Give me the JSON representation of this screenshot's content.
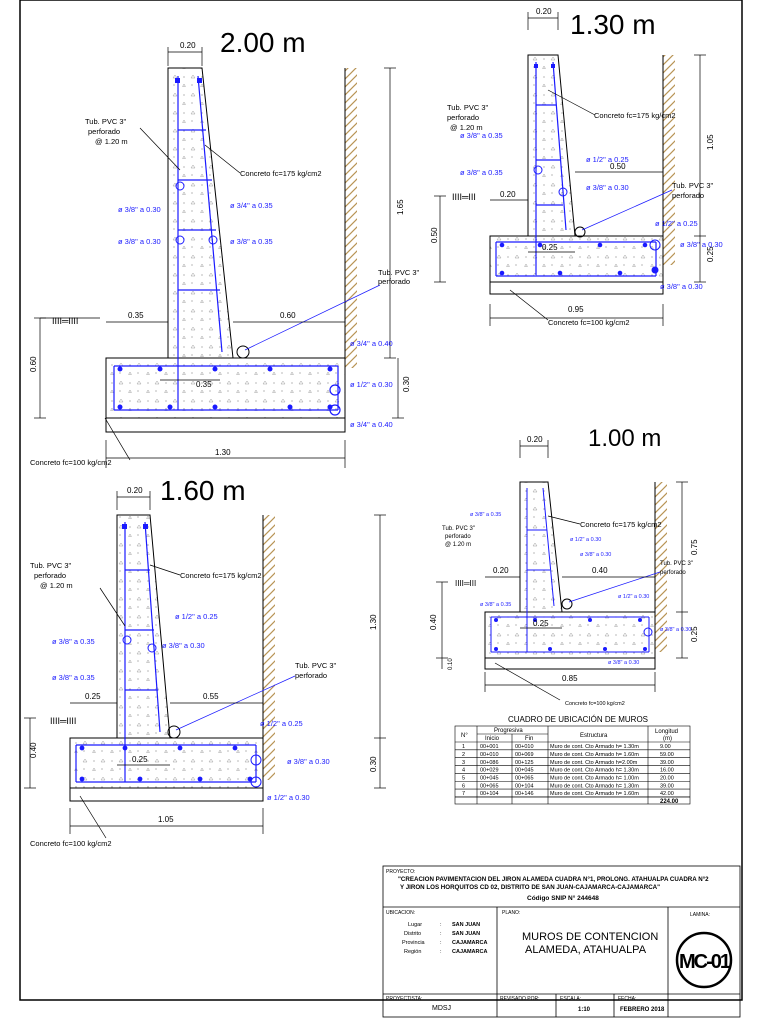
{
  "walls": {
    "w200": {
      "title": "2.00 m",
      "dims": {
        "top": "0.20",
        "toe": "0.35",
        "heel": "0.60",
        "base": "1.30",
        "stem_h": "1.65",
        "base_h": "0.60",
        "foot": "0.30"
      },
      "notes": {
        "tub_a": "Tub. PVC 3\"",
        "tub_a2": "perforado",
        "tub_a3": "@ 1.20 m",
        "conc": "Concreto fc=175 kg/cm2",
        "b1": "ø 3/8\" a 0.30",
        "b2": "ø 3/4\" a 0.35",
        "b3": "ø 3/8\" a 0.30",
        "b4": "ø 3/8\" a 0.35",
        "tub_b": "Tub. PVC 3\"",
        "tub_b2": "perforado",
        "r1": "ø 3/4\" a 0.40",
        "r2": "ø 1/2\" a 0.30",
        "r3": "ø 3/4\" a 0.40",
        "mid": "0.35",
        "lean": "Concreto fc=100 kg/cm2"
      }
    },
    "w130": {
      "title": "1.30 m",
      "dims": {
        "top": "0.20",
        "height": "1.05",
        "toe": "0.20",
        "heel": "0.50",
        "base": "0.95",
        "base_h": "0.50",
        "foot": "0.25",
        "mid": "0.25"
      },
      "notes": {
        "tub_a": "Tub. PVC 3\"",
        "tub_a2": "perforado",
        "tub_a3": "@ 1.20 m",
        "conc": "Concreto fc=175 kg/cm2",
        "b1": "ø 3/8\" a 0.35",
        "b2": "ø 1/2\" a 0.25",
        "b3": "ø 3/8\" a 0.35",
        "b4": "ø 3/8\" a 0.30",
        "tub_b": "Tub. PVC 3\"",
        "tub_b2": "perforado",
        "r1": "ø 1/2\" a 0.25",
        "r2": "ø 3/8\" a 0.30",
        "r3": "ø 3/8\" a 0.30",
        "lean": "Concreto fc=100 kg/cm2"
      }
    },
    "w160": {
      "title": "1.60 m",
      "dims": {
        "top": "0.20",
        "height": "1.30",
        "toe": "0.25",
        "heel": "0.55",
        "base": "1.05",
        "base_h": "0.40",
        "foot": "0.30",
        "mid": "0.25"
      },
      "notes": {
        "tub_a": "Tub. PVC 3\"",
        "tub_a2": "perforado",
        "tub_a3": "@ 1.20 m",
        "conc": "Concreto fc=175 kg/cm2",
        "b1": "ø 1/2\" a 0.25",
        "b2": "ø 3/8\" a 0.35",
        "b3": "ø 3/8\" a 0.30",
        "b4": "ø 3/8\" a 0.35",
        "tub_b": "Tub. PVC 3\"",
        "tub_b2": "perforado",
        "r1": "ø 1/2\" a 0.25",
        "r2": "ø 3/8\" a 0.30",
        "r3": "ø 1/2\" a 0.30",
        "lean": "Concreto fc=100 kg/cm2"
      }
    },
    "w100": {
      "title": "1.00 m",
      "dims": {
        "top": "0.20",
        "height": "0.75",
        "toe": "0.20",
        "heel": "0.40",
        "base": "0.85",
        "base_h": "0.40",
        "foot": "0.25",
        "mid": "0.25",
        "lean_h": "0.10"
      },
      "notes": {
        "tub_a": "Tub. PVC 3\"",
        "tub_a2": "perforado",
        "tub_a3": "@ 1.20 m",
        "conc": "Concreto fc=175 kg/cm2",
        "b0": "ø 3/8\" a 0.35",
        "b1": "ø 1/2\" a 0.30",
        "b2": "ø 3/8\" a 0.30",
        "b3": "ø 3/8\" a 0.35",
        "tub_b": "Tub. PVC 3\"",
        "tub_b2": "perforado",
        "r1": "ø 1/2\" a 0.30",
        "r2": "ø 3/8\" a 0.30",
        "r3": "ø 3/8\" a 0.30",
        "lean": "Concreto fc=100 kg/cm2"
      }
    }
  },
  "table": {
    "title": "CUADRO DE UBICACIÓN DE MUROS",
    "headers": {
      "n": "N°",
      "prog": "Progresiva",
      "inicio": "Inicio",
      "fin": "Fin",
      "estr": "Estructura",
      "long": "Longitud",
      "unit": "(m)"
    },
    "rows": [
      [
        "1",
        "00+001",
        "00+010",
        "Muro de cont. Cto Armado h= 1.30m",
        "9.00"
      ],
      [
        "2",
        "00+010",
        "00+069",
        "Muro de cont. Cto Armado h= 1.60m",
        "59.00"
      ],
      [
        "3",
        "00+086",
        "00+125",
        "Muro de cont. Cto Armado h=2.00m",
        "39.00"
      ],
      [
        "4",
        "00+029",
        "00+045",
        "Muro de cont. Cto Armado h= 1.30m",
        "16.00"
      ],
      [
        "5",
        "00+045",
        "00+065",
        "Muro de cont. Cto Armado h= 1.00m",
        "20.00"
      ],
      [
        "6",
        "00+065",
        "00+104",
        "Muro de cont. Cto Armado h= 1.30m",
        "39.00"
      ],
      [
        "7",
        "00+104",
        "00+146",
        "Muro de cont. Cto Armado h= 1.60m",
        "42.00"
      ]
    ],
    "total": "224.00"
  },
  "titleblock": {
    "proyecto_label": "PROYECTO:",
    "proyecto_1": "\"CREACION PAVIMENTACION DEL JIRON ALAMEDA CUADRA N°1, PROLONG. ATAHUALPA CUADRA N°2",
    "proyecto_2": "Y JIRON LOS HORQUITOS CD 02, DISTRITO DE SAN JUAN-CAJAMARCA-CAJAMARCA\"",
    "codigo": "Código SNIP N° 244648",
    "ubic_label": "UBICACION:",
    "lugar_k": "Lugar",
    "lugar_v": "SAN JUAN",
    "distrito_k": "Distrito",
    "distrito_v": "SAN JUAN",
    "provincia_k": "Provincia",
    "provincia_v": "CAJAMARCA",
    "region_k": "Región",
    "region_v": "CAJAMARCA",
    "plano_label": "PLANO:",
    "plano_1": "MUROS DE CONTENCION",
    "plano_2": "ALAMEDA, ATAHUALPA",
    "lamina_label": "LAMINA:",
    "lamina": "MC-01",
    "proyectista_label": "PROYECTISTA:",
    "proyectista": "MDSJ",
    "revisado_label": "REVISADO POR:",
    "escala_label": "ESCALA:",
    "escala": "1:10",
    "fecha_label": "FECHA:",
    "fecha": "FEBRERO 2018"
  },
  "colors": {
    "line": "#000000",
    "blue": "#1a1aff",
    "soil": "#c8a96e"
  }
}
